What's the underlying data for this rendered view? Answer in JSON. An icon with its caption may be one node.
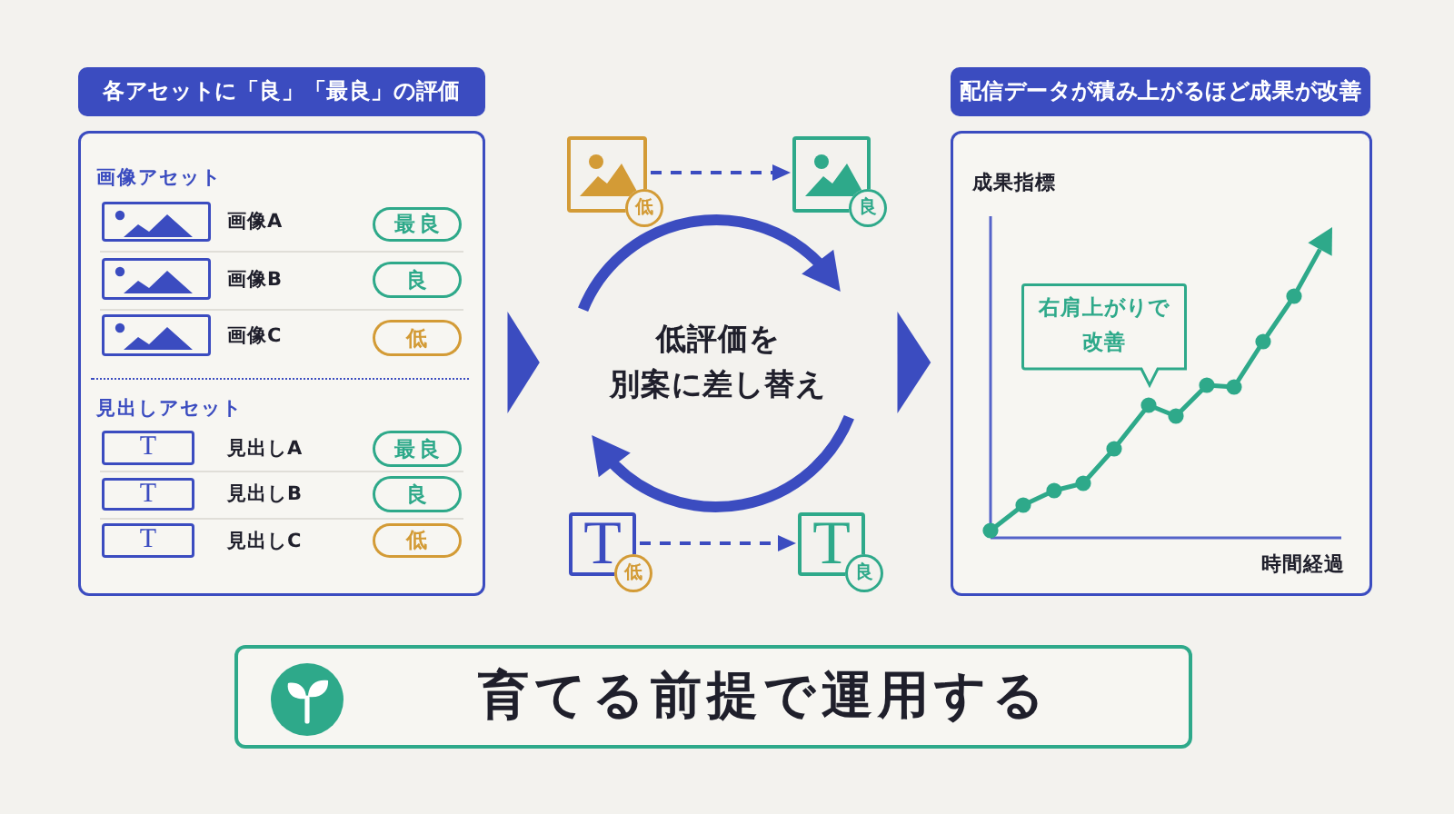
{
  "diagram": {
    "nodes": [
      {
        "text": [
          "各アセットに「良」「最良」の評価"
        ]
      },
      {
        "text": [
          "画像アセット",
          "見出しアセット"
        ]
      },
      {
        "text": [],
        "shape": "picture",
        "in": 1,
        "beside": [
          "画像A"
        ]
      },
      {
        "text": [
          "最良"
        ],
        "in": 1
      },
      {
        "text": [],
        "shape": "picture",
        "in": 1,
        "beside": [
          "画像B"
        ]
      },
      {
        "text": [
          "良"
        ],
        "in": 1
      },
      {
        "text": [],
        "shape": "picture",
        "in": 1,
        "beside": [
          "画像C"
        ]
      },
      {
        "text": [
          "低"
        ],
        "in": 1
      },
      {
        "text": [
          "T"
        ],
        "in": 1,
        "beside": [
          "見出しA"
        ]
      },
      {
        "text": [
          "最良"
        ],
        "in": 1
      },
      {
        "text": [
          "T"
        ],
        "in": 1,
        "beside": [
          "見出しB"
        ]
      },
      {
        "text": [
          "良"
        ],
        "in": 1
      },
      {
        "text": [
          "T"
        ],
        "in": 1,
        "beside": [
          "見出しC"
        ]
      },
      {
        "text": [
          "低"
        ],
        "in": 1
      },
      {
        "text": [],
        "shape": "picture"
      },
      {
        "text": [
          "低"
        ]
      },
      {
        "text": [],
        "shape": "picture"
      },
      {
        "text": [
          "良"
        ]
      },
      {
        "text": [
          "低評価を別案に差し替え"
        ]
      },
      {
        "text": [
          "T"
        ]
      },
      {
        "text": [
          "低"
        ]
      },
      {
        "text": [
          "T"
        ]
      },
      {
        "text": [
          "良"
        ]
      },
      {
        "text": [
          "配信データが積み上がるほど成果が改善"
        ]
      },
      {
        "text": [],
        "shape": "box"
      },
      {
        "text": [
          "右肩上がりで改善"
        ],
        "in": 24
      },
      {
        "text": [
          "育てる前提で運用する"
        ]
      }
    ],
    "edges": [
      {
        "from": 1,
        "to": 18,
        "arrow": "to"
      },
      {
        "from": 18,
        "to": 24,
        "arrow": "to"
      },
      {
        "from": 14,
        "to": 16,
        "arrow": "to",
        "style": "dashed"
      },
      {
        "from": 19,
        "to": 21,
        "arrow": "to",
        "style": "dashed"
      }
    ],
    "labels": [
      "成果指標",
      "時間経過"
    ]
  }
}
